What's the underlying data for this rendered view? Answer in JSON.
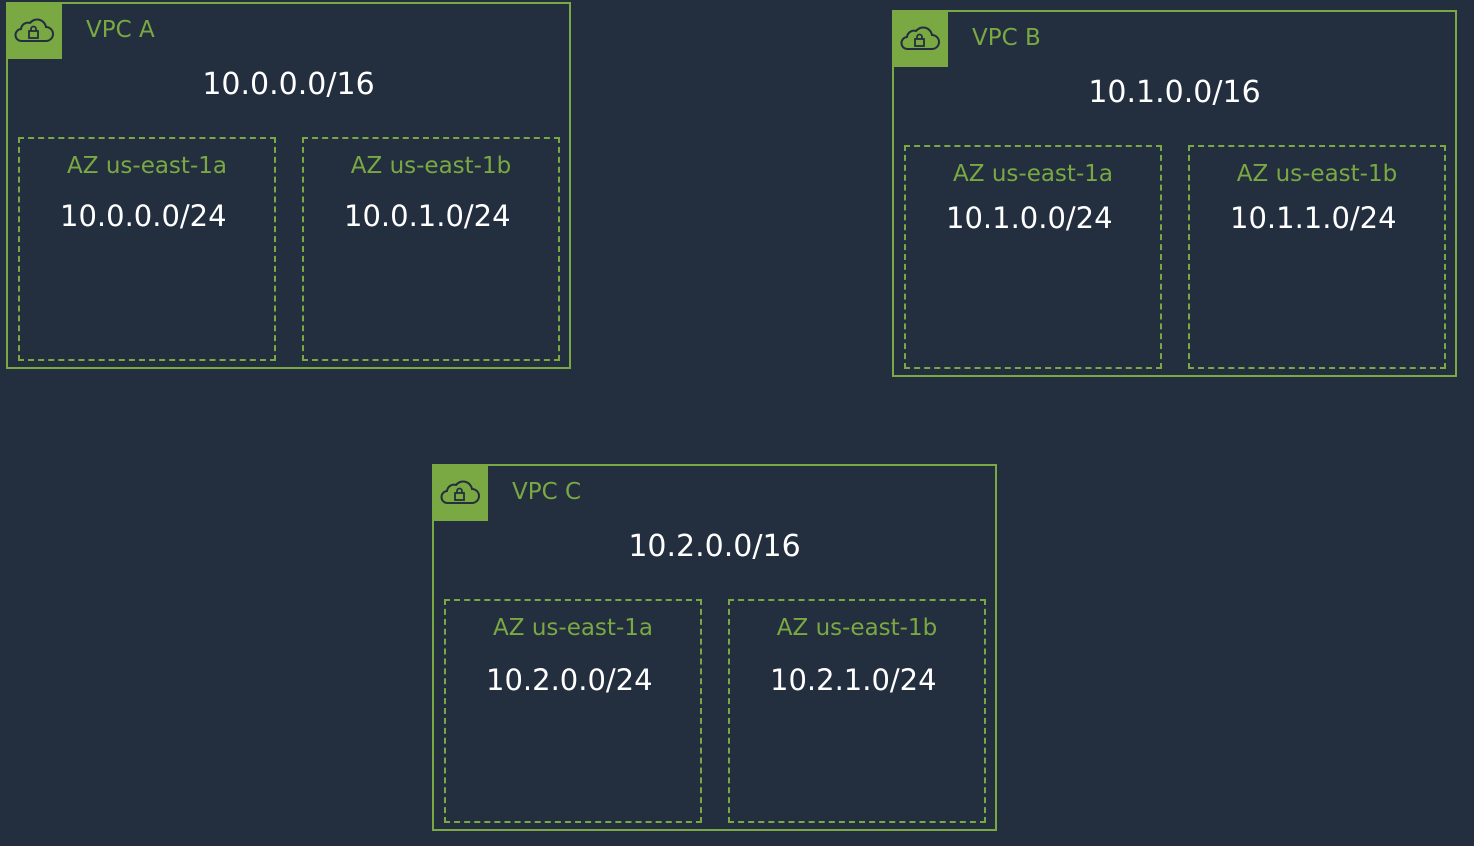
{
  "colors": {
    "background": "#232f3e",
    "accent_green": "#7aa843",
    "text_white": "#ffffff"
  },
  "vpcs": [
    {
      "name": "VPC A",
      "cidr": "10.0.0.0/16",
      "icon": "vpc-cloud-lock-icon",
      "azs": [
        {
          "name": "AZ us-east-1a",
          "subnet_cidr": "10.0.0.0/24"
        },
        {
          "name": "AZ us-east-1b",
          "subnet_cidr": "10.0.1.0/24"
        }
      ]
    },
    {
      "name": "VPC B",
      "cidr": "10.1.0.0/16",
      "icon": "vpc-cloud-lock-icon",
      "azs": [
        {
          "name": "AZ us-east-1a",
          "subnet_cidr": "10.1.0.0/24"
        },
        {
          "name": "AZ us-east-1b",
          "subnet_cidr": "10.1.1.0/24"
        }
      ]
    },
    {
      "name": "VPC C",
      "cidr": "10.2.0.0/16",
      "icon": "vpc-cloud-lock-icon",
      "azs": [
        {
          "name": "AZ us-east-1a",
          "subnet_cidr": "10.2.0.0/24"
        },
        {
          "name": "AZ us-east-1b",
          "subnet_cidr": "10.2.1.0/24"
        }
      ]
    }
  ]
}
